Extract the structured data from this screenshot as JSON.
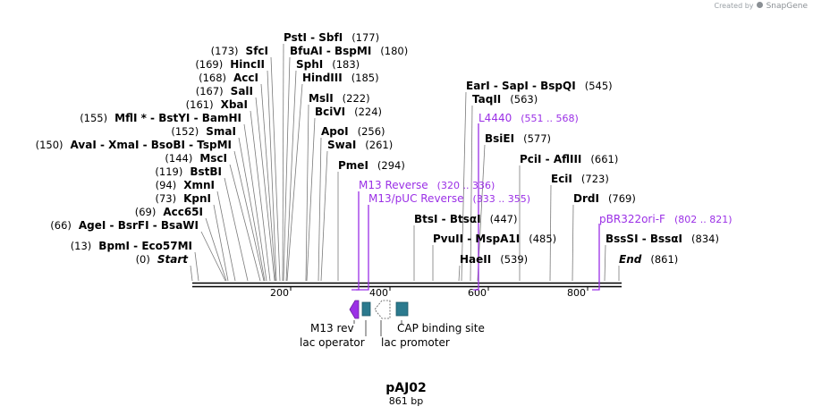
{
  "credit": {
    "text": "Created by",
    "brand": "SnapGene"
  },
  "plasmid": {
    "name": "pAJ02",
    "length_label": "861 bp"
  },
  "axis": {
    "ticks": [
      "200",
      "400",
      "600",
      "800"
    ]
  },
  "enzymes": [
    {
      "parts": [
        "PstI",
        " - ",
        "SbfI"
      ],
      "pos": "(177)"
    },
    {
      "pos": "(173)",
      "parts": [
        "SfcI"
      ]
    },
    {
      "parts": [
        "BfuAI",
        " - ",
        "BspMI"
      ],
      "pos": "(180)"
    },
    {
      "pos": "(169)",
      "parts": [
        "HincII"
      ]
    },
    {
      "parts": [
        "SphI"
      ],
      "pos": "(183)"
    },
    {
      "pos": "(168)",
      "parts": [
        "AccI"
      ]
    },
    {
      "parts": [
        "HindIII"
      ],
      "pos": "(185)"
    },
    {
      "pos": "(167)",
      "parts": [
        "SalI"
      ]
    },
    {
      "parts": [
        "MslI"
      ],
      "pos": "(222)"
    },
    {
      "pos": "(161)",
      "parts": [
        "XbaI"
      ]
    },
    {
      "parts": [
        "BciVI"
      ],
      "pos": "(224)"
    },
    {
      "pos": "(155)",
      "parts": [
        "MflI *",
        " - ",
        "BstYI",
        " - ",
        "BamHI"
      ]
    },
    {
      "pos": "(152)",
      "parts": [
        "SmaI"
      ]
    },
    {
      "parts": [
        "ApoI"
      ],
      "pos": "(256)"
    },
    {
      "pos": "(150)",
      "parts": [
        "AvaI",
        " - ",
        "XmaI",
        " - ",
        "BsoBI",
        " - ",
        "TspMI"
      ]
    },
    {
      "parts": [
        "SwaI"
      ],
      "pos": "(261)"
    },
    {
      "pos": "(144)",
      "parts": [
        "MscI"
      ]
    },
    {
      "parts": [
        "PmeI"
      ],
      "pos": "(294)"
    },
    {
      "pos": "(119)",
      "parts": [
        "BstBI"
      ]
    },
    {
      "pos": "(94)",
      "parts": [
        "XmnI"
      ]
    },
    {
      "pos": "(73)",
      "parts": [
        "KpnI"
      ]
    },
    {
      "pos": "(69)",
      "parts": [
        "Acc65I"
      ]
    },
    {
      "pos": "(66)",
      "parts": [
        "AgeI",
        " - ",
        "BsrFI",
        " - ",
        "BsaWI"
      ]
    },
    {
      "pos": "(13)",
      "parts": [
        "BpmI",
        " - ",
        "Eco57MI"
      ]
    },
    {
      "pos": "(0)",
      "parts": [
        "Start"
      ]
    },
    {
      "parts": [
        "EarI",
        " - ",
        "SapI",
        " - ",
        "BspQI"
      ],
      "pos": "(545)"
    },
    {
      "parts": [
        "TaqII"
      ],
      "pos": "(563)"
    },
    {
      "parts": [
        "BsiEI"
      ],
      "pos": "(577)"
    },
    {
      "parts": [
        "PciI",
        " - ",
        "AflIII"
      ],
      "pos": "(661)"
    },
    {
      "parts": [
        "EciI"
      ],
      "pos": "(723)"
    },
    {
      "parts": [
        "DrdI"
      ],
      "pos": "(769)"
    },
    {
      "parts": [
        "BtsI",
        " - ",
        "BtsαI"
      ],
      "pos": "(447)"
    },
    {
      "parts": [
        "PvuII",
        " - ",
        "MspA1I"
      ],
      "pos": "(485)"
    },
    {
      "parts": [
        "HaeII"
      ],
      "pos": "(539)"
    },
    {
      "parts": [
        "BssSI",
        " - ",
        "BssαI"
      ],
      "pos": "(834)"
    },
    {
      "parts": [
        "End"
      ],
      "pos": "(861)"
    }
  ],
  "primers": [
    {
      "name": "L4440",
      "range": "(551 .. 568)"
    },
    {
      "name": "M13 Reverse",
      "range": "(320 .. 336)"
    },
    {
      "name": "M13/pUC Reverse",
      "range": "(333 .. 355)"
    },
    {
      "name": "pBR322ori-F",
      "range": "(802 .. 821)"
    }
  ],
  "features": [
    {
      "label": "M13 rev",
      "icon": "arrow-left-icon",
      "color": "#9b30e6"
    },
    {
      "label": "lac operator",
      "icon": "box-icon",
      "color": "#2b7a8e"
    },
    {
      "label": "lac promoter",
      "icon": "dashed-arrow-left-icon",
      "color": "#ffffff"
    },
    {
      "label": "CAP binding site",
      "icon": "box-icon",
      "color": "#2b7a8e"
    }
  ],
  "colors": {
    "primer": "#9b30e6",
    "feature_box": "#2b7a8e",
    "line": "#000000",
    "leader": "#7a7a7a"
  }
}
